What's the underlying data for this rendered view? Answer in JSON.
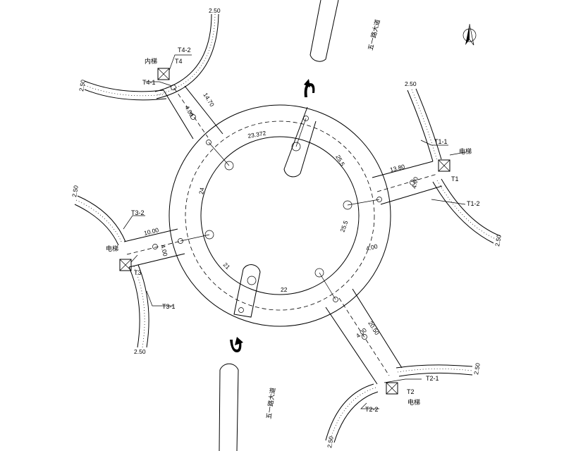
{
  "labels": {
    "t1": "T1",
    "t1_1": "T1-1",
    "t1_2": "T1-2",
    "t2": "T2",
    "t2_1": "T2-1",
    "t2_2": "T2-2",
    "t3": "T3",
    "t3_1": "T3-1",
    "t3_2": "T3-2",
    "t4": "T4",
    "t4_1": "T4-1",
    "t4_2": "T4-2",
    "elev1": "电梯",
    "elev2": "电梯",
    "elev3": "电梯",
    "elev4": "内梯",
    "road_ne": "五一路大道",
    "road_sw": "五一路大道"
  },
  "dims": {
    "ring_top": "23.372",
    "ring_r1": "25.5",
    "ring_r2": "25.5",
    "ring_left": "24",
    "ring_bl": "21",
    "ring_bottom": "22",
    "t1_len": "13.80",
    "t1_w": "4.00",
    "t2_len": "20.50",
    "t2_w": "4.00",
    "t3_len": "10.00",
    "t3_w": "4.00",
    "t4_len": "14.70",
    "t4_w": "4.00",
    "br_w": "4.00",
    "stair_ne": "2.50",
    "stair_e": "2.50",
    "stair_se": "2.50",
    "stair_s": "2.50",
    "stair_sw": "2.50",
    "stair_w": "2.50",
    "stair_n": "2.50",
    "stair_nw": "2.50"
  }
}
